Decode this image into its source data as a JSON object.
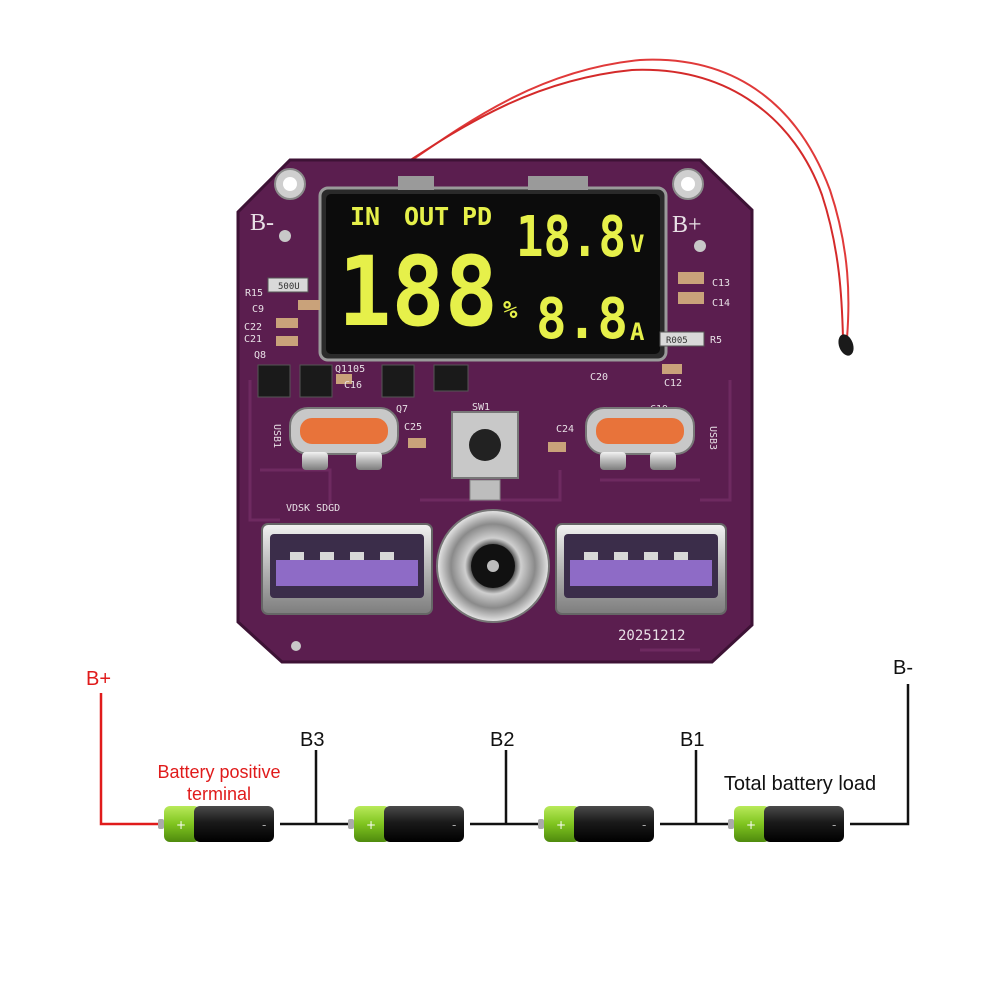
{
  "colors": {
    "pcb": "#5b1e4f",
    "pcb_edge": "#3d1235",
    "lcd_text": "#e6f04a",
    "lcd_bg": "#0c0c0c",
    "typec": "#e8733a",
    "usb_tongue": "#8e6bc6",
    "wire_positive": "#e01b1b",
    "wire_negative": "#111111",
    "battery_green": "#7fc41f",
    "battery_black": "#1a1a1a"
  },
  "display": {
    "in_label": "IN",
    "out_label": "OUT",
    "pd_label": "PD",
    "big_digits": "188",
    "percent_sign": "%",
    "voltage_digits": "18.8",
    "voltage_unit": "V",
    "current_digits": "8.8",
    "current_unit": "A"
  },
  "board": {
    "b_minus_silk": "B-",
    "b_plus_silk": "B+",
    "date_code": "20251212",
    "resistor_value": "R005",
    "resistor_value_2": "500U",
    "pin_labels": "VDSK SDGD",
    "components": [
      "C13",
      "C14",
      "R5",
      "C12",
      "C19",
      "C20",
      "C24",
      "C25",
      "C16",
      "C9",
      "C22",
      "C21",
      "Q8",
      "R15",
      "Q1105",
      "SW1",
      "Q7"
    ],
    "usb_c_left": "USB1",
    "usb_c_right": "USB3"
  },
  "wiring": {
    "b_plus": "B+",
    "b_minus": "B-",
    "b3": "B3",
    "b2": "B2",
    "b1": "B1",
    "positive_line1": "Battery positive",
    "positive_line2": "terminal",
    "load_label": "Total battery load",
    "battery_plus": "+",
    "battery_minus": "-"
  }
}
